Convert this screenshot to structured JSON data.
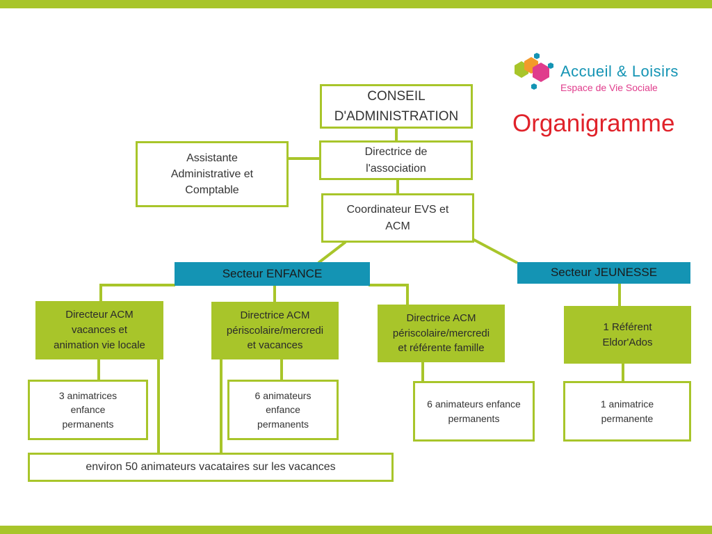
{
  "colors": {
    "green": "#a8c52a",
    "blue": "#1494b4",
    "red": "#e0222a",
    "pink": "#e03c8c"
  },
  "logo": {
    "title": "Accueil & Loisirs",
    "subtitle": "Espace de Vie Sociale"
  },
  "heading": "Organigramme",
  "nodes": {
    "conseil": "CONSEIL\nD'ADMINISTRATION",
    "directrice_association": "Directrice de\nl'association",
    "assistante": "Assistante\nAdministrative et\nComptable",
    "coordinateur": "Coordinateur EVS et\nACM",
    "secteur_enfance": "Secteur ENFANCE",
    "secteur_jeunesse": "Secteur JEUNESSE",
    "directeur_acm_vacances": "Directeur ACM\nvacances et\nanimation vie locale",
    "directrice_acm_periscolaire_vacances": "Directrice ACM\npériscolaire/mercredi\net vacances",
    "directrice_acm_periscolaire_famille": "Directrice ACM\npériscolaire/mercredi\net référente famille",
    "referent_eldorados": "1 Référent\nEldor'Ados",
    "animatrices_3": "3 animatrices\nenfance\npermanents",
    "animateurs_6_a": "6 animateurs\nenfance\npermanents",
    "animateurs_6_b": "6 animateurs enfance\npermanents",
    "animatrice_1": "1 animatrice\npermanente",
    "vacataires": "environ 50 animateurs vacataires sur les vacances"
  }
}
